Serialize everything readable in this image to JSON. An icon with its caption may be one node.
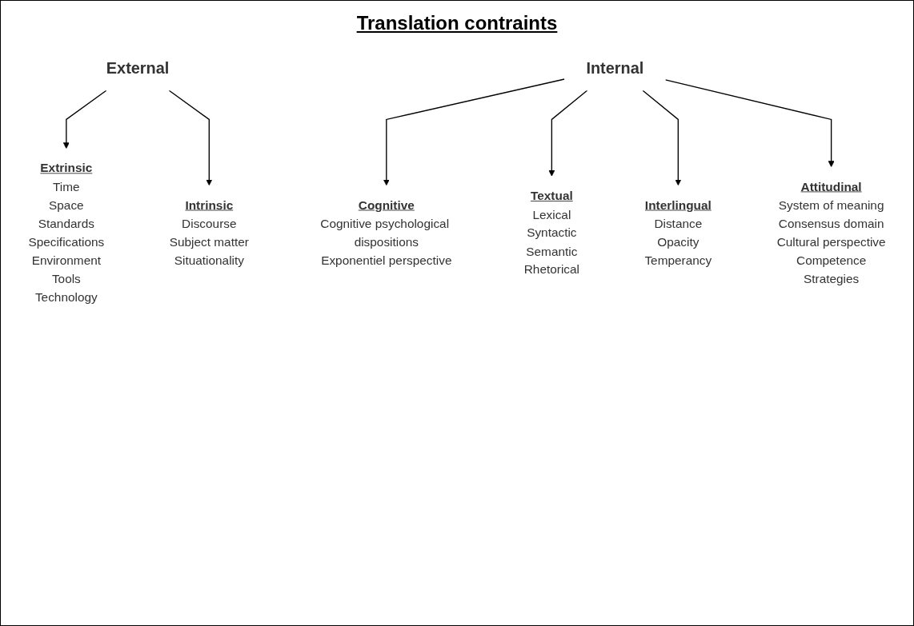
{
  "diagram": {
    "title": "Translation contraints",
    "nodes": [
      {
        "text": [
          "External"
        ]
      },
      {
        "text": [
          "Internal"
        ]
      },
      {
        "text": [
          "Extrinsic",
          "Time",
          "Space",
          "Standards",
          "Specifications",
          "Environment",
          "Tools",
          "Technology"
        ]
      },
      {
        "text": [
          "Intrinsic",
          "Discourse",
          "Subject matter",
          "Situationality"
        ]
      },
      {
        "text": [
          "Cognitive",
          "Cognitive psychological dispositions",
          "Exponentiel perspective"
        ]
      },
      {
        "text": [
          "Textual",
          "Lexical",
          "Syntactic",
          "Semantic",
          "Rhetorical"
        ]
      },
      {
        "text": [
          "Interlingual",
          "Distance",
          "Opacity",
          "Temperancy"
        ]
      },
      {
        "text": [
          "Attitudinal",
          "System of meaning",
          "Consensus domain",
          "Cultural perspective",
          "Competence",
          "Strategies"
        ]
      }
    ],
    "edges": [
      {
        "from": 0,
        "to": 2,
        "arrow": "to"
      },
      {
        "from": 0,
        "to": 3,
        "arrow": "to"
      },
      {
        "from": 1,
        "to": 4,
        "arrow": "to"
      },
      {
        "from": 1,
        "to": 5,
        "arrow": "to"
      },
      {
        "from": 1,
        "to": 6,
        "arrow": "to"
      },
      {
        "from": 1,
        "to": 7,
        "arrow": "to"
      }
    ]
  }
}
